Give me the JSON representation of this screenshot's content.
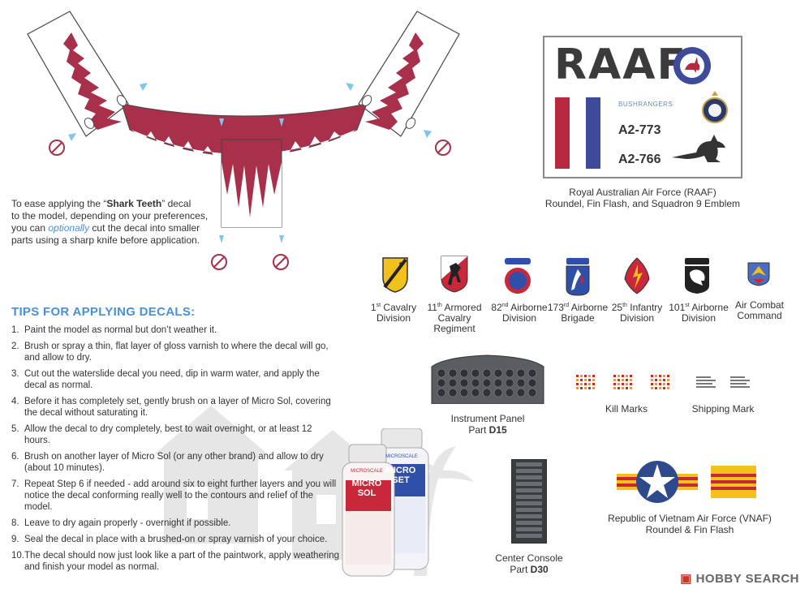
{
  "intro": {
    "line1_pre": "To ease applying the “",
    "line1_bold": "Shark Teeth",
    "line1_post": "” decal",
    "line2": "to the model, depending on your preferences,",
    "line3_pre": "you can ",
    "line3_italic": "optionally",
    "line3_post": " cut the decal into smaller",
    "line4": "parts using a sharp knife before application."
  },
  "tips": {
    "title": "TIPS FOR APPLYING DECALS:",
    "items": [
      {
        "n": "1.",
        "text": "Paint the model as normal but don’t weather it."
      },
      {
        "n": "2.",
        "text": "Brush or spray a thin, flat layer of gloss varnish to where the decal will go, and allow to dry."
      },
      {
        "n": "3.",
        "text": "Cut out the waterslide decal you need, dip in warm water, and apply the decal as normal."
      },
      {
        "n": "4.",
        "text": "Before it has completely set, gently brush on a layer of Micro Sol, covering the decal without saturating it."
      },
      {
        "n": "5.",
        "text": "Allow the decal to dry completely, best to wait overnight, or at least 12 hours."
      },
      {
        "n": "6.",
        "text": "Brush on another layer of Micro Sol (or any other brand) and allow to dry (about 10 minutes)."
      },
      {
        "n": "7.",
        "text": "Repeat Step 6 if needed - add around six to eight further layers and you will notice the decal conforming really well to the contours and relief of the model."
      },
      {
        "n": "8.",
        "text": "Leave to dry again properly - overnight if possible."
      },
      {
        "n": "9.",
        "text": "Seal the decal in place with a brushed-on or spray varnish of your choice."
      },
      {
        "n": "10.",
        "text": "The decal should now just look like a part of the paintwork, apply weathering and finish your model as normal."
      }
    ]
  },
  "raaf": {
    "title": "RAAF",
    "squadron_text": "BUSHRANGERS",
    "reg1": "A2-773",
    "reg2": "A2-766",
    "caption_line1": "Royal Australian Air Force (RAAF)",
    "caption_line2": "Roundel, Fin Flash, and Squadron 9 Emblem"
  },
  "bottles": {
    "sol_brand": "MICROSCALE",
    "sol_name1": "MICRO",
    "sol_name2": "SOL",
    "set_brand": "MICROSCALE",
    "set_name1": "MICRO",
    "set_name2": "SET"
  },
  "emblems": [
    {
      "sup": "st",
      "line1_num": "1",
      "line1_rest": " Cavalry",
      "line2": "Division",
      "line3": ""
    },
    {
      "sup": "th",
      "line1_num": "11",
      "line1_rest": " Armored",
      "line2": "Cavalry",
      "line3": "Regiment"
    },
    {
      "sup": "nd",
      "line1_num": "82",
      "line1_rest": " Airborne",
      "line2": "Division",
      "line3": ""
    },
    {
      "sup": "rd",
      "line1_num": "173",
      "line1_rest": " Airborne",
      "line2": "Brigade",
      "line3": ""
    },
    {
      "sup": "th",
      "line1_num": "25",
      "line1_rest": " Infantry",
      "line2": "Division",
      "line3": ""
    },
    {
      "sup": "st",
      "line1_num": "101",
      "line1_rest": " Airborne",
      "line2": "Division",
      "line3": ""
    },
    {
      "sup": "",
      "line1_num": "",
      "line1_rest": "Air Combat",
      "line2": "Command",
      "line3": ""
    }
  ],
  "parts": {
    "instrument_line1": "Instrument Panel",
    "instrument_part_prefix": "Part ",
    "instrument_part": "D15",
    "console_line1": "Center Console",
    "console_part_prefix": "Part ",
    "console_part": "D30",
    "kill_marks": "Kill Marks",
    "shipping_mark": "Shipping Mark"
  },
  "vnaf": {
    "caption_line1": "Republic of Vietnam Air Force (VNAF)",
    "caption_line2": "Roundel & Fin Flash"
  },
  "watermark": {
    "brand": "HOBBY SEARCH"
  },
  "colors": {
    "shark_red": "#a8304a",
    "accent_blue": "#4a90d9",
    "raaf_red": "#b8283e",
    "raaf_blue": "#3e4a9a",
    "vnaf_red": "#c8283a",
    "vnaf_yellow": "#f2c21a"
  }
}
